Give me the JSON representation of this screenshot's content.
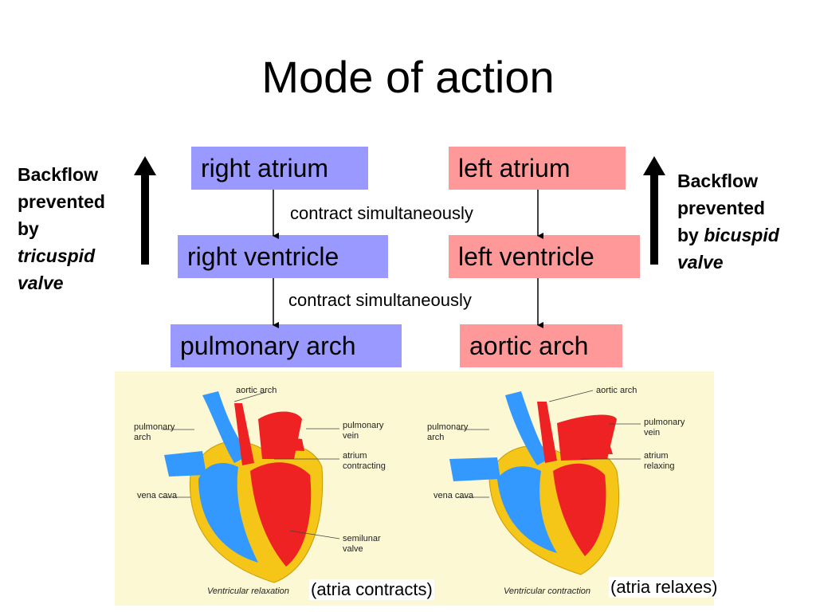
{
  "title": "Mode of action",
  "boxes": {
    "right_atrium": "right atrium",
    "left_atrium": "left atrium",
    "right_ventricle": "right ventricle",
    "left_ventricle": "left ventricle",
    "pulmonary_arch": "pulmonary arch",
    "aortic_arch": "aortic arch"
  },
  "notes": {
    "contract_1": "contract simultaneously",
    "contract_2": "contract simultaneously"
  },
  "left_side": {
    "line1": "Backflow",
    "line2": "prevented",
    "line3": "by",
    "valve": "tricuspid",
    "line5": "valve"
  },
  "right_side": {
    "line1": "Backflow",
    "line2": "prevented",
    "by": "by",
    "valve": "bicuspid",
    "line4": "valve"
  },
  "figure": {
    "left": {
      "aortic_arch": "aortic arch",
      "pulmonary_arch": "pulmonary arch",
      "pulmonary_vein": "pulmonary vein",
      "atrium": "atrium contracting",
      "vena_cava": "vena cava",
      "semilunar": "semilunar valve",
      "caption": "Ventricular relaxation",
      "paren": "(atria contracts)"
    },
    "right": {
      "aortic_arch": "aortic arch",
      "pulmonary_arch": "pulmonary arch",
      "pulmonary_vein": "pulmonary vein",
      "atrium": "atrium relaxing",
      "vena_cava": "vena cava",
      "caption": "Ventricular contraction",
      "paren": "(atria relaxes)"
    }
  },
  "colors": {
    "right_side_boxes": "#9999ff",
    "left_side_boxes": "#ff9999",
    "oxygenated": "#ee2222",
    "deoxygenated": "#3399ff",
    "muscle": "#f5c518",
    "figure_bg": "#fbf8d3"
  }
}
